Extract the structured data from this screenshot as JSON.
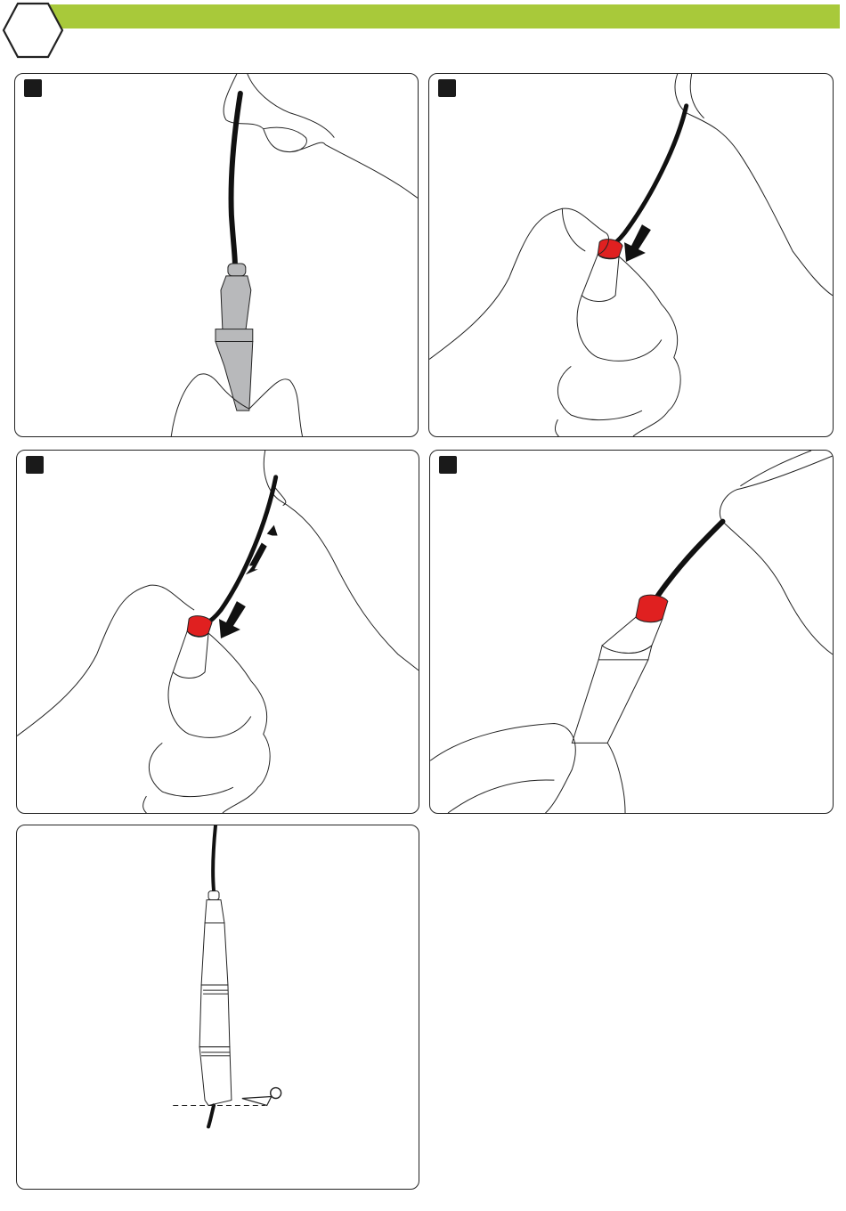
{
  "header": {
    "bar_color": "#a8c93a",
    "badge": "hexagon-step-badge"
  },
  "colors": {
    "cable": "#111111",
    "connector_red": "#e02020",
    "handpiece_grey": "#b8b9bb",
    "outline": "#222222"
  },
  "panels": [
    {
      "step_marker": "square-marker",
      "illustration": "hand-holding-cable-with-grey-handpiece"
    },
    {
      "step_marker": "square-marker",
      "illustration": "sliding-red-connector-down-cable",
      "arrow": "arrow-down"
    },
    {
      "step_marker": "square-marker",
      "illustration": "adjusting-cable-length",
      "arrows": [
        "double-arrow",
        "arrow-down"
      ]
    },
    {
      "step_marker": "square-marker",
      "illustration": "red-connector-seated-on-handpiece"
    },
    {
      "illustration": "cut-cable-below-handpiece",
      "icon": "scissors-icon",
      "guide": "dashed-cut-line"
    }
  ]
}
